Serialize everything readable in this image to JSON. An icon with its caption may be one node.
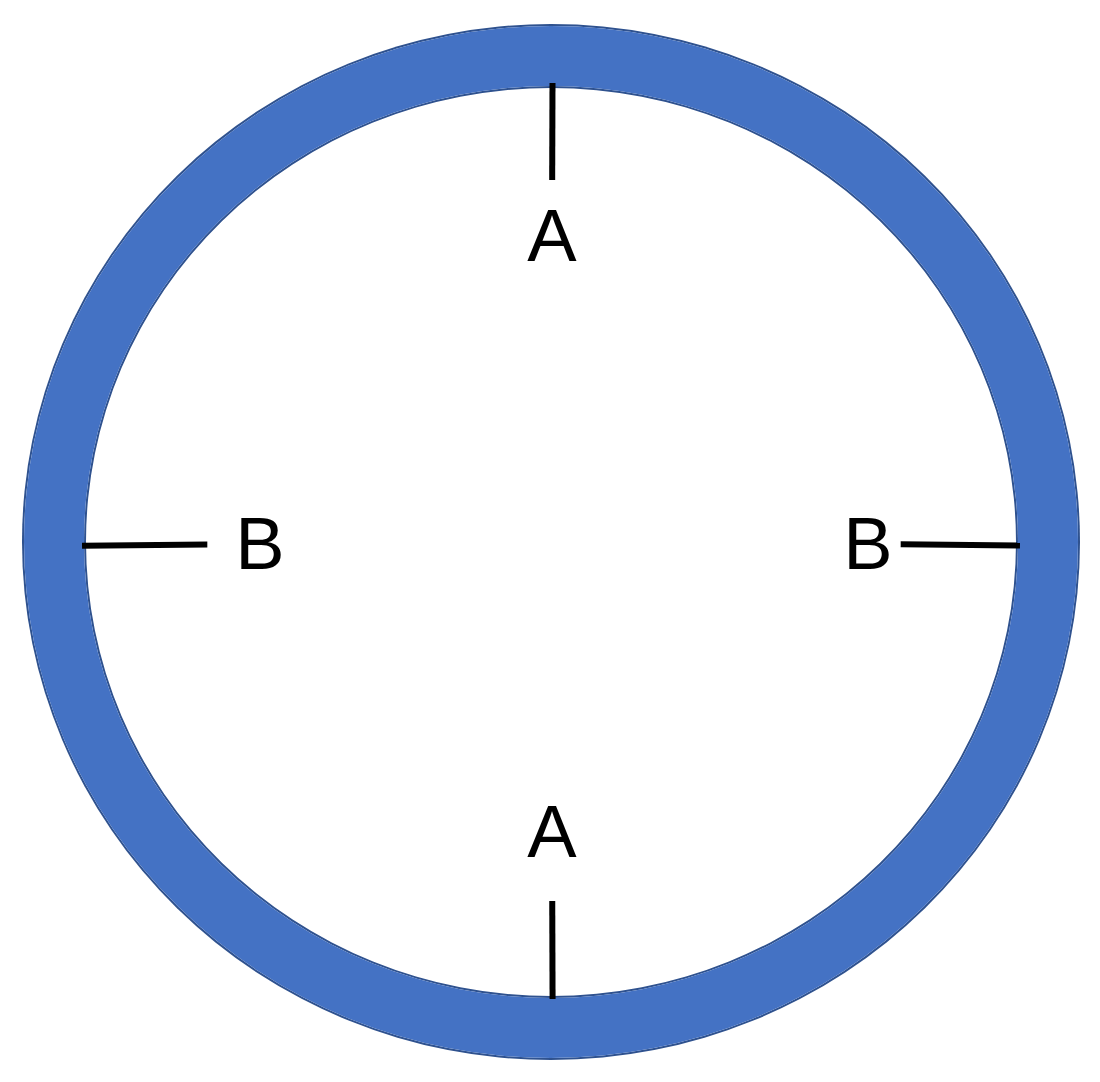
{
  "diagram": {
    "nodes": [
      {
        "text": [],
        "shape": "ring"
      },
      {
        "text": [
          "A"
        ],
        "in": 0
      },
      {
        "text": [
          "B"
        ],
        "in": 0
      },
      {
        "text": [
          "B"
        ],
        "in": 0
      },
      {
        "text": [
          "A"
        ],
        "in": 0
      }
    ],
    "edges": [
      {
        "from": 1,
        "to": 0,
        "arrow": "none"
      },
      {
        "from": 2,
        "to": 0,
        "arrow": "none"
      },
      {
        "from": 3,
        "to": 0,
        "arrow": "none"
      },
      {
        "from": 4,
        "to": 0,
        "arrow": "none"
      }
    ]
  }
}
